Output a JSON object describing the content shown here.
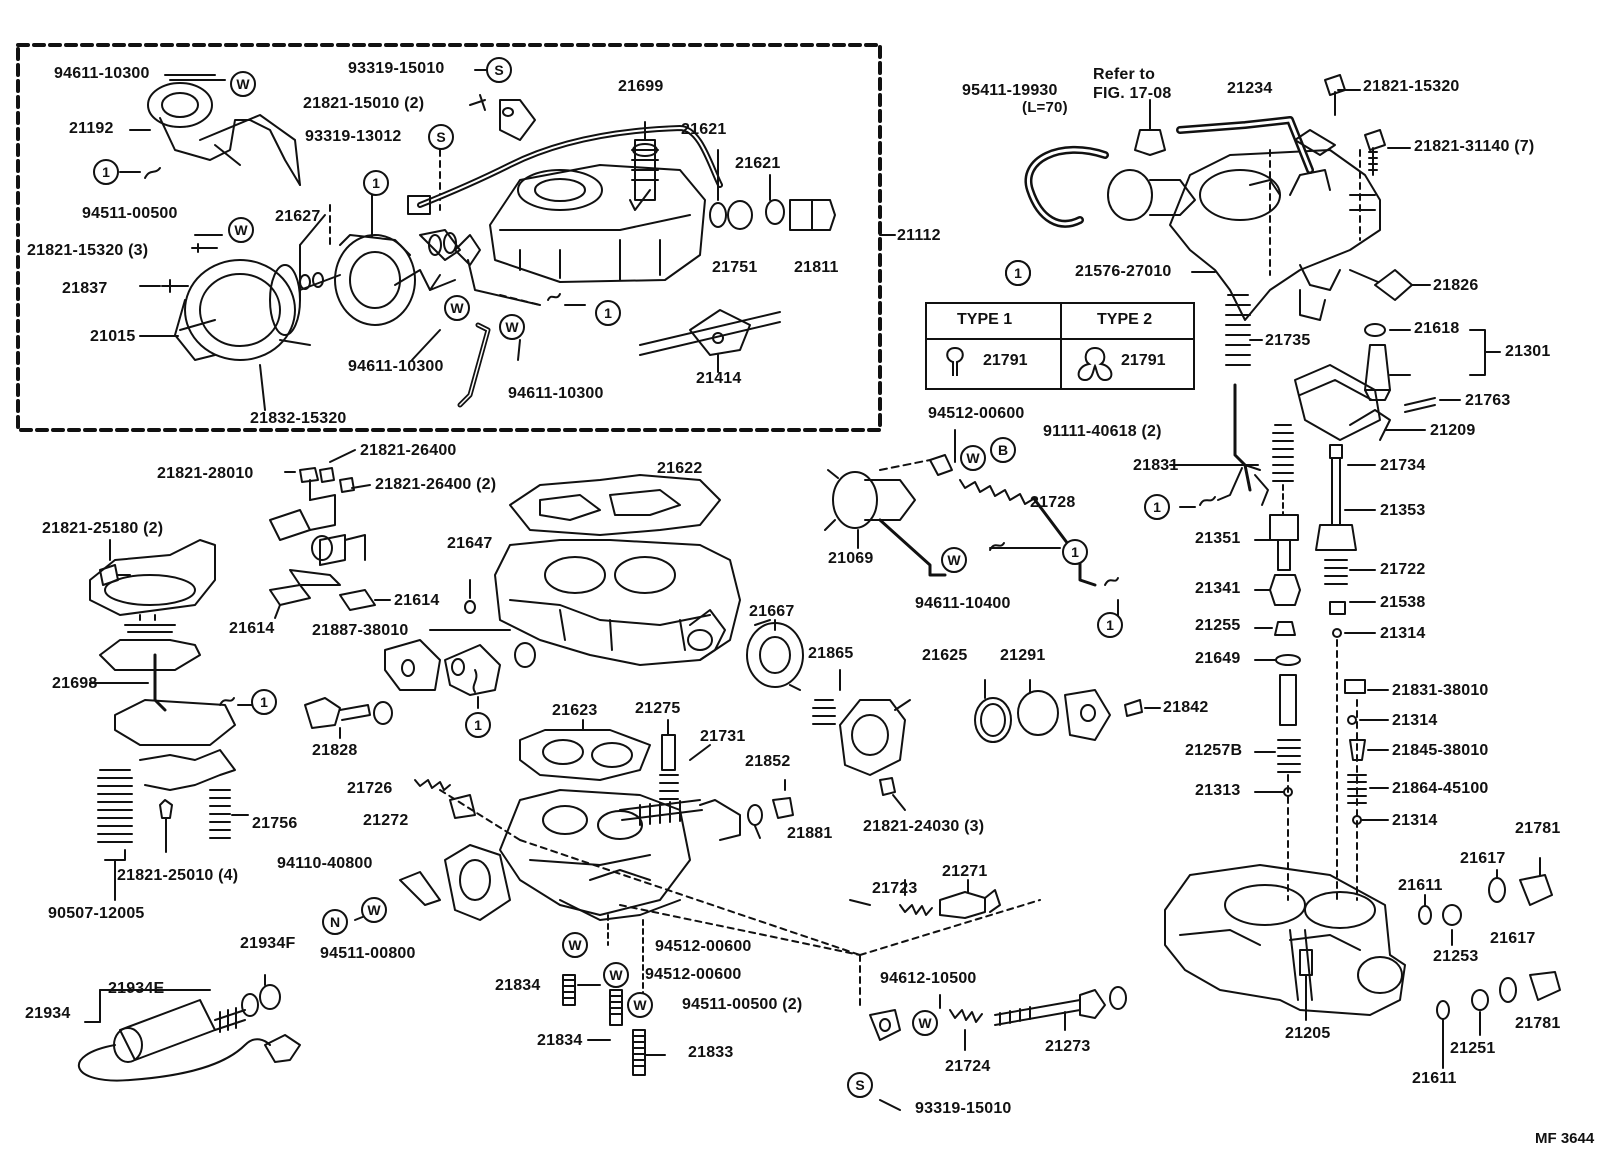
{
  "diagram_code": "MF 3644",
  "type_table": {
    "marker": "1",
    "type1_label": "TYPE 1",
    "type2_label": "TYPE 2",
    "type1_part": "21791",
    "type2_part": "21791"
  },
  "parts": {
    "p94611_10300_a": "94611-10300",
    "p21192": "21192",
    "p93319_15010_a": "93319-15010",
    "p21821_15010": "21821-15010 (2)",
    "p93319_13012": "93319-13012",
    "p21699": "21699",
    "p21621_a": "21621",
    "p21621_b": "21621",
    "p94511_00500_a": "94511-00500",
    "p21627": "21627",
    "p21821_15320_a": "21821-15320 (3)",
    "p21837": "21837",
    "p21015": "21015",
    "p21832_15320": "21832-15320",
    "p94611_10300_b": "94611-10300",
    "p94611_10300_c": "94611-10300",
    "p21414": "21414",
    "p21751": "21751",
    "p21811": "21811",
    "p21112": "21112",
    "p95411_19930": "95411-19930",
    "p95411_len": "(L=70)",
    "refer_a": "Refer to",
    "refer_b": "FIG. 17-08",
    "p21234": "21234",
    "p21821_15320_b": "21821-15320",
    "p21821_31140": "21821-31140 (7)",
    "p21576_27010": "21576-27010",
    "p21826": "21826",
    "p21735": "21735",
    "p21618": "21618",
    "p21301": "21301",
    "p21763": "21763",
    "p21209": "21209",
    "p94512_00600_a": "94512-00600",
    "p91111_40618": "91111-40618 (2)",
    "p21728": "21728",
    "p21069": "21069",
    "p94611_10400": "94611-10400",
    "p21831": "21831",
    "p21734": "21734",
    "p21353": "21353",
    "p21351": "21351",
    "p21341": "21341",
    "p21722": "21722",
    "p21538": "21538",
    "p21255": "21255",
    "p21314_a": "21314",
    "p21649": "21649",
    "p21831_38010": "21831-38010",
    "p21314_b": "21314",
    "p21257B": "21257B",
    "p21845_38010": "21845-38010",
    "p21313": "21313",
    "p21864_45100": "21864-45100",
    "p21314_c": "21314",
    "p21781_a": "21781",
    "p21617_a": "21617",
    "p21611_a": "21611",
    "p21253": "21253",
    "p21617_b": "21617",
    "p21781_b": "21781",
    "p21205": "21205",
    "p21251": "21251",
    "p21611_b": "21611",
    "p21821_28010": "21821-28010",
    "p21821_26400_a": "21821-26400",
    "p21821_26400_b": "21821-26400 (2)",
    "p21622": "21622",
    "p21821_25180": "21821-25180 (2)",
    "p21647": "21647",
    "p21614_a": "21614",
    "p21614_b": "21614",
    "p21887_38010": "21887-38010",
    "p21667": "21667",
    "p21865": "21865",
    "p21625": "21625",
    "p21291": "21291",
    "p21842": "21842",
    "p21698": "21698",
    "p21828": "21828",
    "p21623": "21623",
    "p21275": "21275",
    "p21731": "21731",
    "p21852": "21852",
    "p21726": "21726",
    "p21272": "21272",
    "p21881": "21881",
    "p21821_24030": "21821-24030 (3)",
    "p21756": "21756",
    "p21821_25010": "21821-25010 (4)",
    "p94110_40800": "94110-40800",
    "p21723": "21723",
    "p21271": "21271",
    "p90507_12005": "90507-12005",
    "p94511_00800": "94511-00800",
    "p94512_00600_b": "94512-00600",
    "p94512_00600_c": "94512-00600",
    "p21934F": "21934F",
    "p21934E": "21934E",
    "p21934": "21934",
    "p21834_a": "21834",
    "p21834_b": "21834",
    "p94511_00500_b": "94511-00500 (2)",
    "p21833": "21833",
    "p94612_10500": "94612-10500",
    "p21724": "21724",
    "p21273": "21273",
    "p93319_15010_b": "93319-15010"
  },
  "symbols": {
    "circle_one": "1",
    "washer": "W",
    "screw": "S",
    "bolt": "B",
    "nut": "N"
  }
}
